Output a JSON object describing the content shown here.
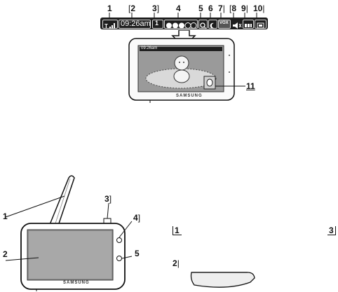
{
  "top": {
    "callouts": [
      "1",
      "2",
      "3",
      "4",
      "5",
      "6",
      "7",
      "8",
      "9",
      "10"
    ],
    "status_bar": {
      "time": "09:26am",
      "camera_label": "1",
      "vox": "VOX"
    },
    "monitor": {
      "mini_time": "09:26am",
      "brand": "SAMSUNG",
      "callout_11": "11"
    }
  },
  "bottom": {
    "device_callouts": [
      "1",
      "2",
      "3",
      "4",
      "5"
    ],
    "brand": "SAMSUNG",
    "right_callouts": [
      "1",
      "3",
      "2"
    ]
  }
}
